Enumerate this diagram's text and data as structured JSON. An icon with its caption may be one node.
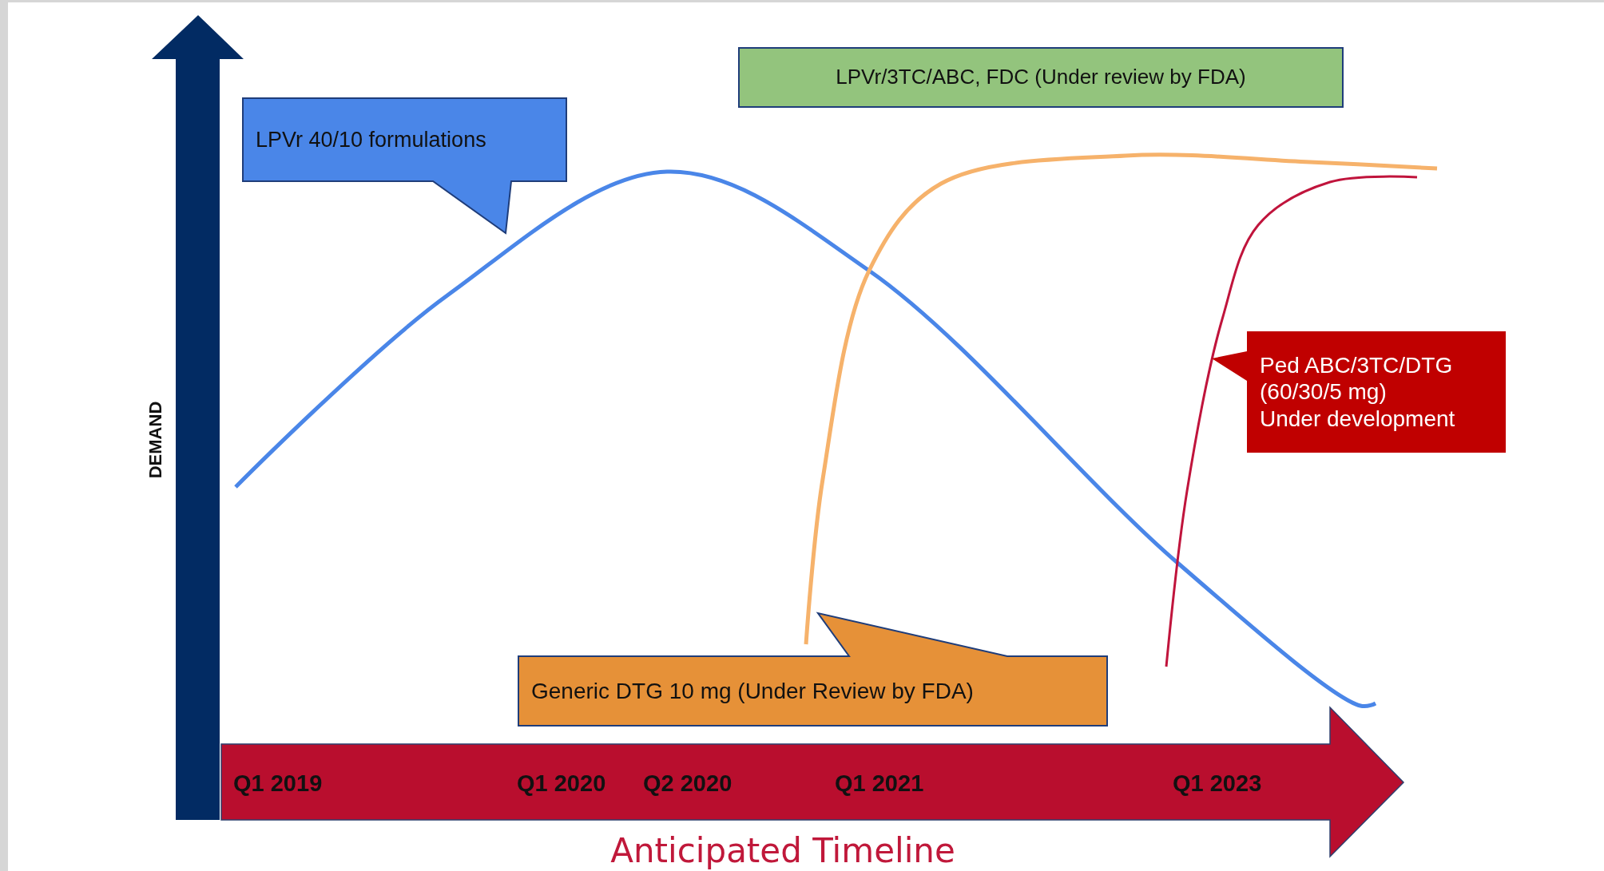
{
  "diagram": {
    "nodes": [
      {
        "text": [
          "LPVr 40/10 formulations"
        ]
      },
      {
        "text": [
          "LPVr/3TC/ABC, FDC (Under review by FDA)"
        ]
      },
      {
        "text": [
          "Ped ABC/3TC/DTG (60/30/5 mg)",
          "Under development"
        ]
      },
      {
        "text": [
          "Generic DTG 10 mg (Under Review by FDA)"
        ]
      }
    ],
    "labels": [
      "DEMAND",
      "Q1 2019",
      "Q1 2020",
      "Q2 2020",
      "Q1 2021",
      "Q1 2023",
      "Anticipated Timeline"
    ]
  }
}
